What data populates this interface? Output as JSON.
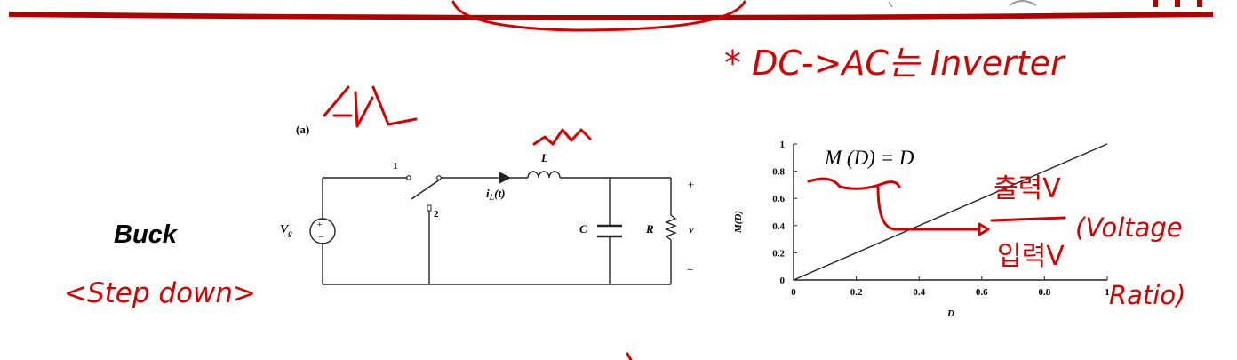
{
  "colors": {
    "ink": "#d40000",
    "header_bar": "#b00000",
    "line": "#222222"
  },
  "converter": {
    "name": "Buck"
  },
  "circuit": {
    "panel_label": "(a)",
    "switch_pos_1": "1",
    "switch_pos_2": "2",
    "source_label": "V",
    "source_subscript": "g",
    "inductor_label": "L",
    "current_label": "i",
    "current_subscript": "L",
    "current_arg": "(t)",
    "capacitor_label": "C",
    "resistor_label": "R",
    "output_label": "v",
    "plus_sign": "+",
    "minus_sign": "−"
  },
  "chart_data": {
    "type": "line",
    "title": "M (D) = D",
    "xlabel": "D",
    "ylabel": "M(D)",
    "xlim": [
      0,
      1
    ],
    "ylim": [
      0,
      1
    ],
    "x_ticks": [
      "0",
      "0.2",
      "0.4",
      "0.6",
      "0.8",
      "1"
    ],
    "y_ticks": [
      "0",
      "0.2",
      "0.4",
      "0.6",
      "0.8",
      "1"
    ],
    "series": [
      {
        "x": [
          0,
          1
        ],
        "y": [
          0,
          1
        ]
      }
    ]
  },
  "annotations": {
    "inverter_note": "* DC->AC는 Inverter",
    "step_down": "<Step down>",
    "numerator": "출력V",
    "denominator": "입력V",
    "voltage_open": "(Voltage",
    "ratio_close": "Ratio)"
  }
}
